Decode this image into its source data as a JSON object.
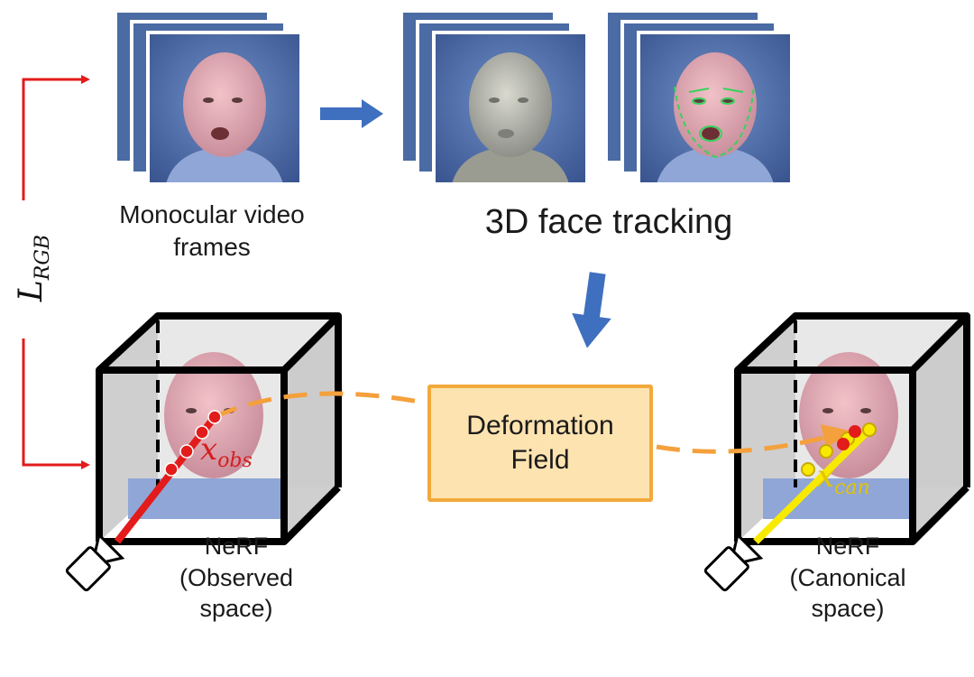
{
  "captions": {
    "video_line1": "Monocular video",
    "video_line2": "frames",
    "tracking": "3D face tracking",
    "nerf_obs_line1": "NeRF",
    "nerf_obs_line2": "(Observed",
    "nerf_obs_line3": "space)",
    "nerf_can_line1": "NeRF",
    "nerf_can_line2": "(Canonical",
    "nerf_can_line3": "space)"
  },
  "deformation": {
    "line1": "Deformation",
    "line2": "Field"
  },
  "loss": {
    "symbol": "L",
    "subscript": "RGB"
  },
  "points": {
    "obs_symbol": "x",
    "obs_sub": "obs",
    "can_symbol": "x",
    "can_sub": "can"
  },
  "colors": {
    "loss_arrow": "#e31b1b",
    "flow_arrow": "#3f6fbf",
    "deform_fill": "#fde3b0",
    "deform_border": "#f2a93b",
    "dashed_curve": "#f4a03c",
    "ray_observed": "#e31b1b",
    "ray_canonical": "#f7ea00",
    "frame_bg": "#4a6ba3"
  }
}
